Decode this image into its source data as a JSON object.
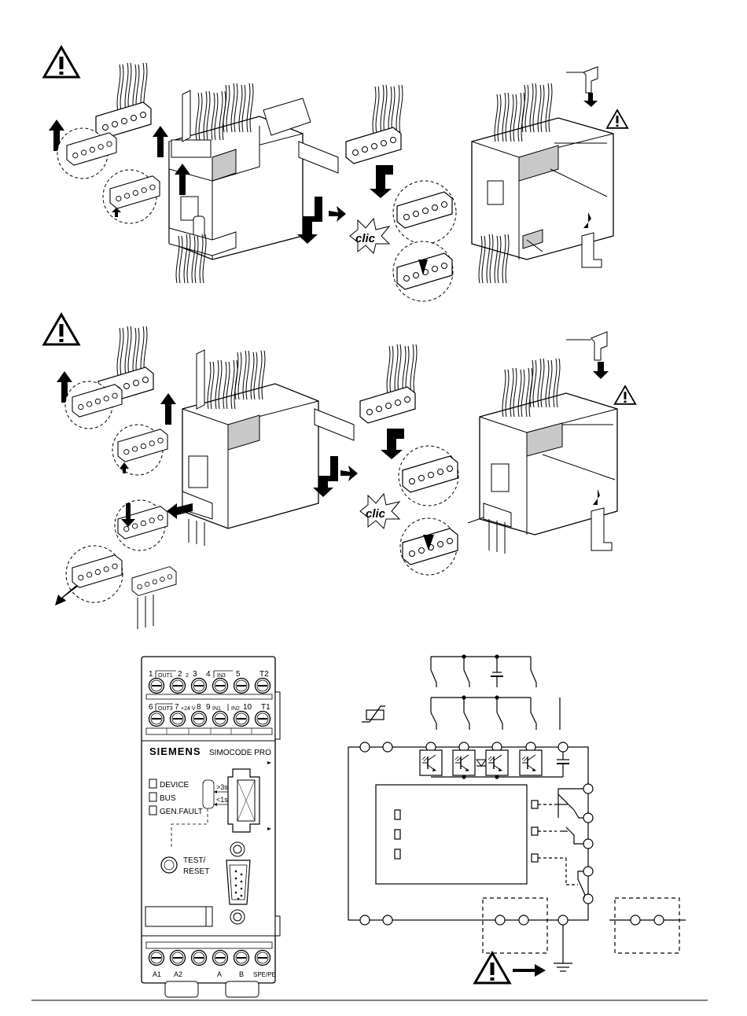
{
  "illustrations": {
    "clic_label_top": "clic",
    "clic_label_bottom": "clic"
  },
  "device": {
    "top_row_1_labels": [
      "1",
      "OUT1",
      "2",
      "2",
      "3",
      "4",
      "IN3",
      "5",
      "T2"
    ],
    "top_row_2_labels": [
      "6",
      "OUT3",
      "7",
      "+24 V",
      "8",
      "9",
      "IN1",
      "IN2",
      "10",
      "T1"
    ],
    "brand": "SIEMENS",
    "model": "SIMOCODE PRO",
    "led_device": "DEVICE",
    "led_bus": "BUS",
    "led_genfault": "GEN.FAULT",
    "timing_long": ">3s",
    "timing_short": "<1s",
    "test_reset_line1": "TEST/",
    "test_reset_line2": "RESET",
    "bottom_labels": [
      "A1",
      "A2",
      "A",
      "B",
      "SPE/PE"
    ]
  }
}
